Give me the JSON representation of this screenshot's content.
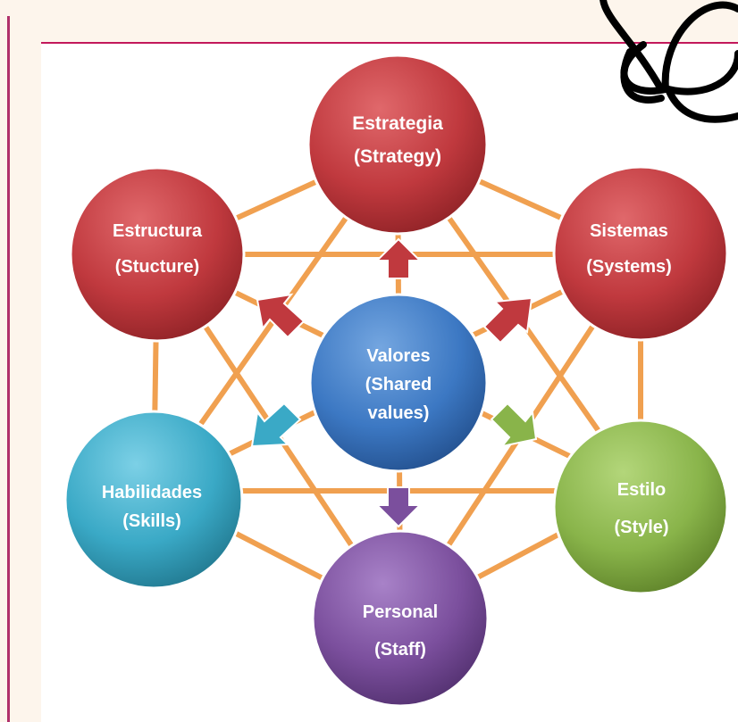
{
  "colors": {
    "background": "#fdf5ec",
    "panel": "#ffffff",
    "left_border": "#b0306a",
    "top_rule": "#c2185b",
    "connector": "#f0a050",
    "red": "#c0393e",
    "blue": "#3c78c3",
    "teal": "#3aa9c6",
    "green": "#89b44a",
    "purple": "#7b4f9d"
  },
  "nodes": {
    "strategy": {
      "line1": "Estrategia",
      "line2": "(Strategy)"
    },
    "structure": {
      "line1": "Estructura",
      "line2": "(Stucture)"
    },
    "systems": {
      "line1": "Sistemas",
      "line2": "(Systems)"
    },
    "shared_values": {
      "line1": "Valores",
      "line2": "(Shared",
      "line3": "values)"
    },
    "skills": {
      "line1": "Habilidades",
      "line2": "(Skills)"
    },
    "style": {
      "line1": "Estilo",
      "line2": "(Style)"
    },
    "staff": {
      "line1": "Personal",
      "line2": "(Staff)"
    }
  },
  "decoration": {
    "icon": "flower-outline-icon"
  }
}
